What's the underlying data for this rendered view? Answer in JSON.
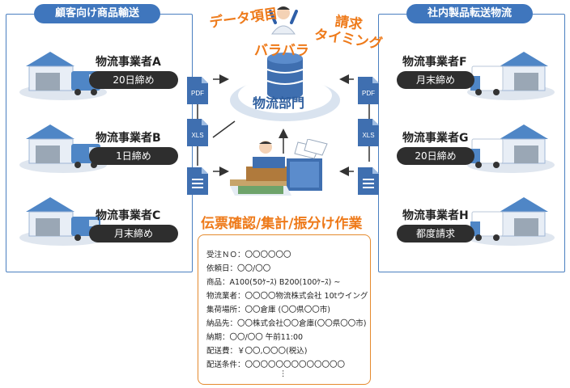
{
  "left_panel": {
    "title": "顧客向け商品輸送",
    "companies": [
      {
        "name": "物流事業者A",
        "cutoff": "20日締め",
        "doc": "PDF"
      },
      {
        "name": "物流事業者B",
        "cutoff": "1日締め",
        "doc": "XLS"
      },
      {
        "name": "物流事業者C",
        "cutoff": "月末締め",
        "doc": ""
      }
    ]
  },
  "right_panel": {
    "title": "社内製品転送物流",
    "companies": [
      {
        "name": "物流事業者F",
        "cutoff": "月末締め",
        "doc": "PDF"
      },
      {
        "name": "物流事業者G",
        "cutoff": "20日締め",
        "doc": "XLS"
      },
      {
        "name": "物流事業者H",
        "cutoff": "都度請求",
        "doc": ""
      }
    ]
  },
  "center": {
    "data_items_label": "データ項目",
    "billing_timing_label": [
      "請求",
      "タイミング"
    ],
    "scattered_label": "バラバラ",
    "department_label": "物流部門",
    "work_label": "伝票確認/集計/振分け作業"
  },
  "slip": {
    "lines": [
      "受注ＮＯ：〇〇〇〇〇〇",
      "依頼日：〇〇/〇〇",
      "商品：A100(50ｹｰｽ) B200(100ｹｰｽ) ~",
      "物流業者：〇〇〇〇物流株式会社 10tウイング",
      "集荷場所：〇〇倉庫 (〇〇県〇〇市)",
      "納品先：〇〇株式会社〇〇倉庫(〇〇県〇〇市)",
      "納期：〇〇/〇〇 午前11:00",
      "配送費：￥〇〇,〇〇〇(税込)",
      "配送条件：〇〇〇〇〇〇〇〇〇〇〇〇〇",
      "⋮"
    ]
  },
  "colors": {
    "panel_blue": "#3f76bd",
    "accent_orange": "#ee7a1a",
    "pill_dark": "#2e2e2e"
  }
}
